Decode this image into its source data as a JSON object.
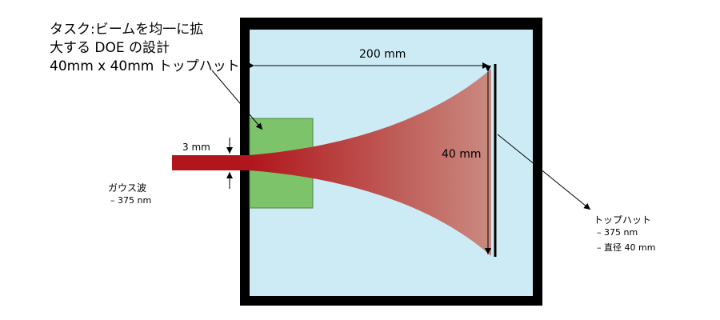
{
  "task": {
    "line1": "タスク:ビームを均一に拡",
    "line2": "大する DOE の設計",
    "line3": "40mm x 40mm トップハット"
  },
  "labels": {
    "distance": "200 mm",
    "beam_width": "3 mm",
    "output_size": "40 mm"
  },
  "gaussian": {
    "title": "ガウス波",
    "wavelength": "– 375 nm"
  },
  "tophat": {
    "title": "トップハット",
    "wavelength": "– 375 nm",
    "diameter": "– 直径 40 mm"
  },
  "colors": {
    "frame": "#000000",
    "enclosure": "#cdebf5",
    "doe": "#7cc36a",
    "beam_start": "#b0161b",
    "beam_end": "#c98a80"
  }
}
